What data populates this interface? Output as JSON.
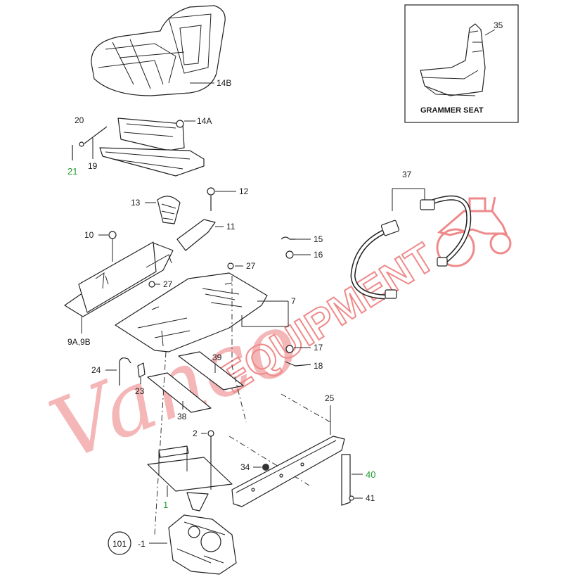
{
  "inset": {
    "title": "GRAMMER SEAT",
    "callout": "35"
  },
  "watermark": {
    "script": "Vanco",
    "block": "EQUIPMENT"
  },
  "callouts": {
    "c14B": "14B",
    "c14A": "14A",
    "c20": "20",
    "c19": "19",
    "c21": "21",
    "c37": "37",
    "c12": "12",
    "c13": "13",
    "c11": "11",
    "c10": "10",
    "c15": "15",
    "c16": "16",
    "c27a": "27",
    "c27b": "27",
    "c7": "7",
    "c9": "9A,9B",
    "c17": "17",
    "c18": "18",
    "c24": "24",
    "c39": "39",
    "c23": "23",
    "c38": "38",
    "c25": "25",
    "c2": "2",
    "c34": "34",
    "c40": "40",
    "c41": "41",
    "c1": "1",
    "c101": "101",
    "c101suffix": "-1"
  },
  "colors": {
    "callout_highlight": "#1f9a2a",
    "watermark": "#ef8a8a"
  }
}
